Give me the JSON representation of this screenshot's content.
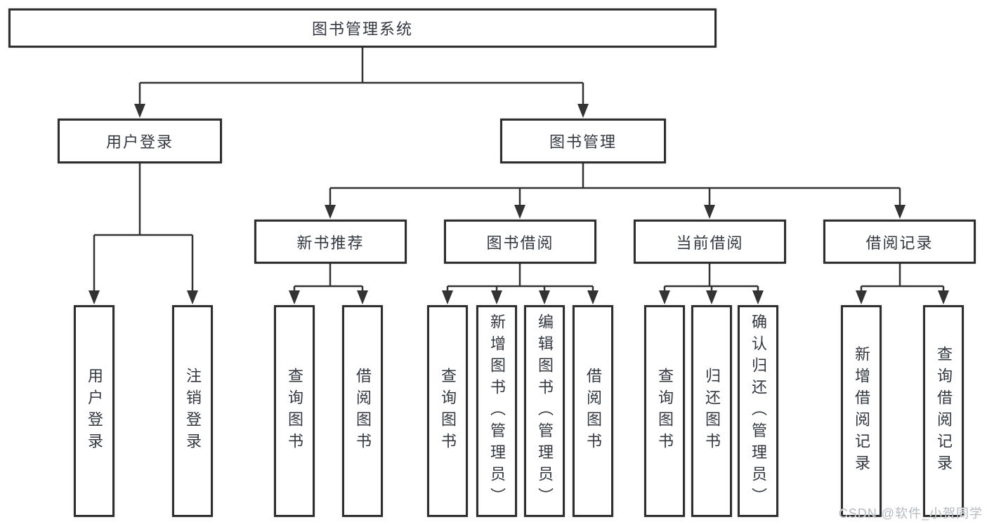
{
  "page": {
    "background_color": "#ffffff",
    "line_color": "#333333",
    "box_border_color": "#2e2e2e",
    "text_color": "#333740"
  },
  "tree": {
    "root": {
      "label": "图书管理系统"
    },
    "branches": [
      {
        "label": "用户登录",
        "children": [
          {
            "label": "用户登录"
          },
          {
            "label": "注销登录"
          }
        ]
      },
      {
        "label": "图书管理",
        "children": [
          {
            "label": "新书推荐",
            "children": [
              {
                "label": "查询图书"
              },
              {
                "label": "借阅图书"
              }
            ]
          },
          {
            "label": "图书借阅",
            "children": [
              {
                "label": "查询图书"
              },
              {
                "label": "新增图书（管理员）"
              },
              {
                "label": "编辑图书（管理员）"
              },
              {
                "label": "借阅图书"
              }
            ]
          },
          {
            "label": "当前借阅",
            "children": [
              {
                "label": "查询图书"
              },
              {
                "label": "归还图书"
              },
              {
                "label": "确认归还（管理员）"
              }
            ]
          },
          {
            "label": "借阅记录",
            "children": [
              {
                "label": "新增借阅记录"
              },
              {
                "label": "查询借阅记录"
              }
            ]
          }
        ]
      }
    ]
  },
  "watermark": {
    "text": "CSDN @软件_小贺同学",
    "color": "#b6bac1"
  }
}
